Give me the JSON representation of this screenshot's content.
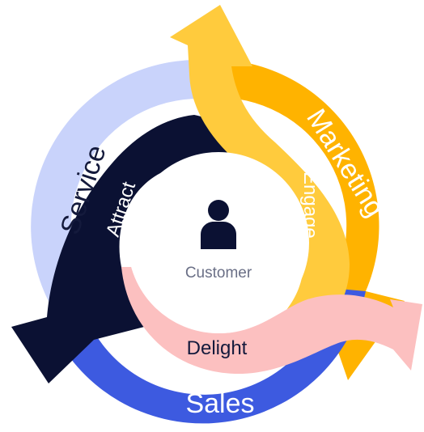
{
  "diagram": {
    "colors": {
      "service": "#c9d3fb",
      "marketing": "#ffb300",
      "sales": "#3d5ae0",
      "attract": "#0b1133",
      "engage": "#ffcb3d",
      "delight": "#fcc0c0",
      "center": "#ffffff",
      "icon": "#0b1133",
      "center_text": "#6a6f86",
      "dark_text": "#141a3c",
      "light_text": "#ffffff"
    },
    "outer_ring": [
      {
        "id": "service",
        "label": "Service"
      },
      {
        "id": "marketing",
        "label": "Marketing"
      },
      {
        "id": "sales",
        "label": "Sales"
      }
    ],
    "inner_stages": [
      {
        "id": "attract",
        "label": "Attract"
      },
      {
        "id": "engage",
        "label": "Engage"
      },
      {
        "id": "delight",
        "label": "Delight"
      }
    ],
    "center": {
      "label": "Customer",
      "icon": "person-icon"
    }
  }
}
